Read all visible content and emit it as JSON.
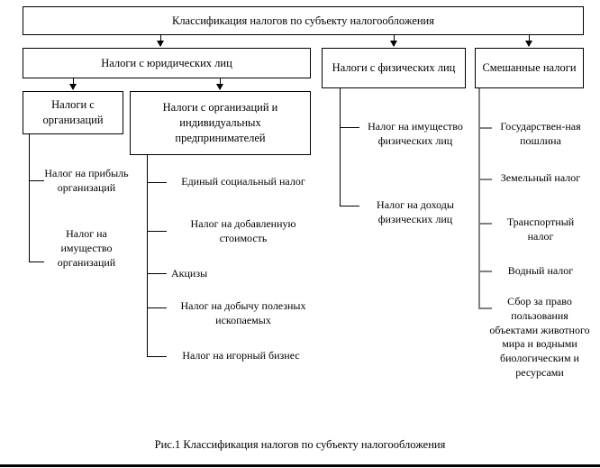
{
  "diagram": {
    "root": {
      "label": "Классификация налогов по субъекту налогообложения"
    },
    "level2": [
      {
        "label": "Налоги с юридических лиц"
      },
      {
        "label": "Налоги с физических лиц"
      },
      {
        "label": "Смешанные налоги"
      }
    ],
    "level3": [
      {
        "label": "Налоги с организаций"
      },
      {
        "label": "Налоги с организаций и индивидуальных предпринимателей"
      }
    ],
    "branch_organizations": {
      "items": [
        {
          "label": "Налог на прибыль организаций"
        },
        {
          "label": "Налог на имущество организаций"
        }
      ]
    },
    "branch_organizations_and_entrepreneurs": {
      "items": [
        {
          "label": "Единый социальный налог"
        },
        {
          "label": "Налог на добавленную стоимость"
        },
        {
          "label": "Акцизы"
        },
        {
          "label": "Налог на добычу полезных ископаемых"
        },
        {
          "label": "Налог на игорный бизнес"
        }
      ]
    },
    "branch_individuals": {
      "items": [
        {
          "label": "Налог на имущество физических лиц"
        },
        {
          "label": "Налог на доходы физических лиц"
        }
      ]
    },
    "branch_mixed": {
      "items": [
        {
          "label": "Государствен-ная пошлина"
        },
        {
          "label": "Земельный налог"
        },
        {
          "label": "Транспортный налог"
        },
        {
          "label": "Водный налог"
        },
        {
          "label": "Сбор за право пользования объектами животного мира и водными биологическим и ресурсами"
        }
      ]
    },
    "caption": "Рис.1 Классификация налогов по субъекту налогообложения",
    "colors": {
      "stroke": "#000000",
      "stroke_gray": "#808080",
      "background": "#ffffff",
      "text": "#000000"
    }
  }
}
